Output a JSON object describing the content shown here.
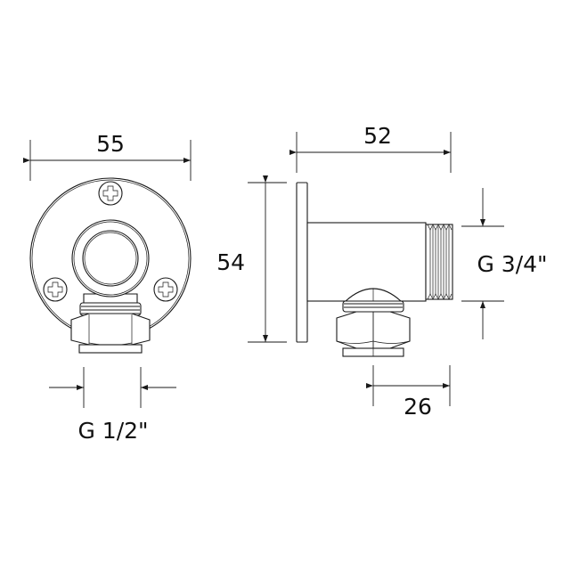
{
  "drawing": {
    "title": "Wall outlet elbow technical dimension drawing",
    "line_color": "#1a1a1a",
    "background": "#ffffff"
  },
  "front_view": {
    "width_label": "55",
    "connection_label": "G 1/2\""
  },
  "side_view": {
    "depth_label": "52",
    "height_label": "54",
    "outlet_label": "G 3/4\"",
    "offset_label": "26"
  }
}
